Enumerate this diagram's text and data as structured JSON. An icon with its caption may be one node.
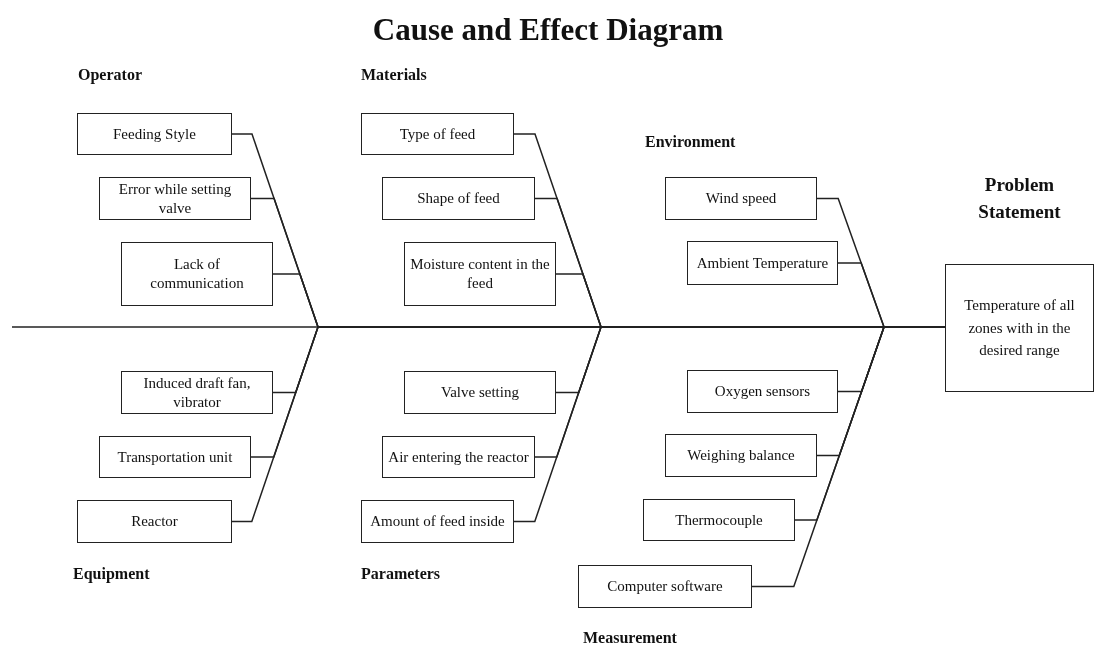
{
  "diagram": {
    "title": "Cause and Effect Diagram",
    "nodes": [
      {
        "text": [
          "Feeding Style"
        ]
      },
      {
        "text": [
          "Error while setting valve"
        ]
      },
      {
        "text": [
          "Lack of communication"
        ]
      },
      {
        "text": [
          "Induced draft fan, vibrator"
        ]
      },
      {
        "text": [
          "Transportation unit"
        ]
      },
      {
        "text": [
          "Reactor"
        ]
      },
      {
        "text": [
          "Type of feed"
        ]
      },
      {
        "text": [
          "Shape of feed"
        ]
      },
      {
        "text": [
          "Moisture content in the feed"
        ]
      },
      {
        "text": [
          "Valve setting"
        ]
      },
      {
        "text": [
          "Air entering the reactor"
        ]
      },
      {
        "text": [
          "Amount of feed inside"
        ]
      },
      {
        "text": [
          "Wind speed"
        ]
      },
      {
        "text": [
          "Ambient Temperature"
        ]
      },
      {
        "text": [
          "Oxygen sensors"
        ]
      },
      {
        "text": [
          "Weighing balance"
        ]
      },
      {
        "text": [
          "Thermocouple"
        ]
      },
      {
        "text": [
          "Computer software"
        ]
      },
      {
        "text": [
          "Problem Statement",
          "Temperature of all zones with in the desired range"
        ]
      }
    ],
    "edges": [
      {
        "from": 0,
        "to": 18,
        "arrow": "none"
      },
      {
        "from": 1,
        "to": 18,
        "arrow": "none"
      },
      {
        "from": 2,
        "to": 18,
        "arrow": "none"
      },
      {
        "from": 3,
        "to": 18,
        "arrow": "none"
      },
      {
        "from": 4,
        "to": 18,
        "arrow": "none"
      },
      {
        "from": 5,
        "to": 18,
        "arrow": "none"
      },
      {
        "from": 6,
        "to": 18,
        "arrow": "none"
      },
      {
        "from": 7,
        "to": 18,
        "arrow": "none"
      },
      {
        "from": 8,
        "to": 18,
        "arrow": "none"
      },
      {
        "from": 9,
        "to": 18,
        "arrow": "none"
      },
      {
        "from": 10,
        "to": 18,
        "arrow": "none"
      },
      {
        "from": 11,
        "to": 18,
        "arrow": "none"
      },
      {
        "from": 12,
        "to": 18,
        "arrow": "none"
      },
      {
        "from": 13,
        "to": 18,
        "arrow": "none"
      },
      {
        "from": 14,
        "to": 18,
        "arrow": "none"
      },
      {
        "from": 15,
        "to": 18,
        "arrow": "none"
      },
      {
        "from": 16,
        "to": 18,
        "arrow": "none"
      },
      {
        "from": 17,
        "to": 18,
        "arrow": "none"
      }
    ],
    "labels": [
      "Operator",
      "Materials",
      "Environment",
      "Equipment",
      "Parameters",
      "Measurement"
    ]
  }
}
